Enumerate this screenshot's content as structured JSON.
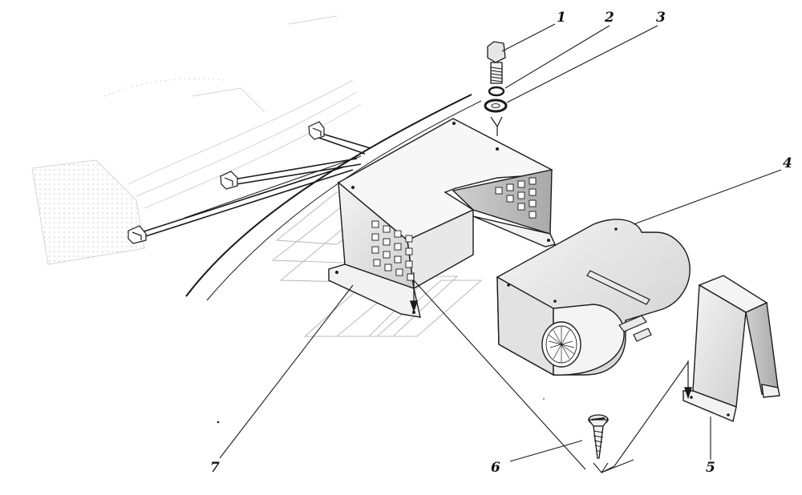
{
  "figure": {
    "callouts": [
      "1",
      "2",
      "3",
      "4",
      "5",
      "6",
      "7"
    ]
  },
  "parts": [
    {
      "id": "1",
      "icon": "bolt-icon"
    },
    {
      "id": "2",
      "icon": "spring-washer-icon"
    },
    {
      "id": "3",
      "icon": "flat-washer-icon"
    },
    {
      "id": "4",
      "icon": "heater-blower-icon"
    },
    {
      "id": "5",
      "icon": "support-bracket-icon"
    },
    {
      "id": "6",
      "icon": "self-tapping-screw-icon"
    },
    {
      "id": "7",
      "icon": "heater-cover-icon"
    }
  ],
  "colors": {
    "line": "#1a1a1a",
    "shade": "#d9d9d9",
    "shade_dark": "#bdbdbd",
    "background": "#ffffff"
  }
}
